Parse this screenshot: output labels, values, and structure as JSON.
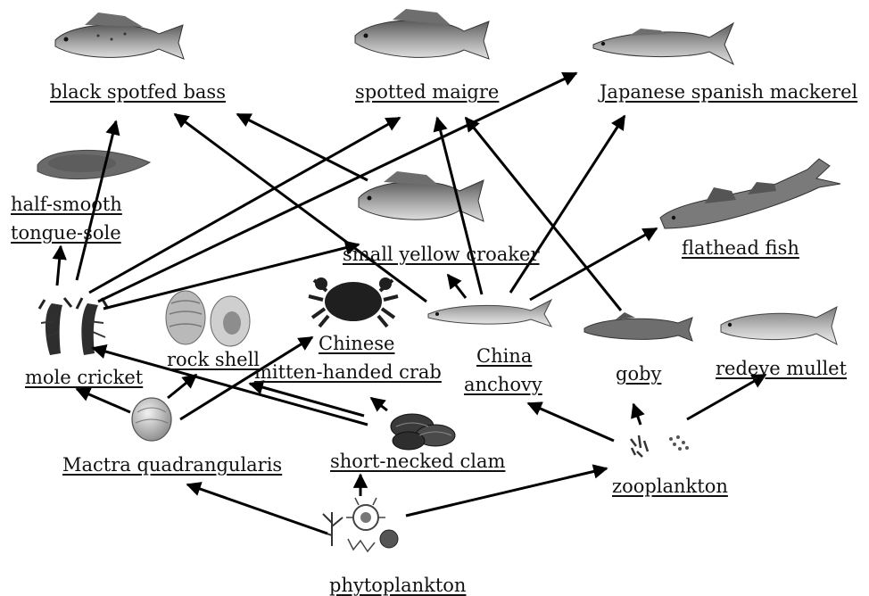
{
  "organisms": {
    "black_spotfed_bass": "black spotfed bass",
    "spotted_maigre": "spotted maigre",
    "japanese_spanish_mackerel": "Japanese spanish mackerel",
    "half_smooth_tongue_sole_line1": "half-smooth",
    "half_smooth_tongue_sole_line2": "tongue-sole",
    "small_yellow_croaker": "small yellow croaker",
    "flathead_fish": "flathead fish",
    "mole_cricket": "mole cricket",
    "rock_shell": "rock shell",
    "chinese_crab_line1": "Chinese",
    "chinese_crab_line2": "mitten-handed crab",
    "china_anchovy_line1": "China",
    "china_anchovy_line2": "anchovy",
    "goby": "goby",
    "redeye_mullet": "redeye mullet",
    "mactra_quadrangularis": "Mactra quadrangularis",
    "short_necked_clam": "short-necked clam",
    "zooplankton": "zooplankton",
    "phytoplankton": "phytoplankton"
  },
  "feeding_links": [
    {
      "from": "phytoplankton",
      "to": "Mactra quadrangularis"
    },
    {
      "from": "phytoplankton",
      "to": "short-necked clam"
    },
    {
      "from": "phytoplankton",
      "to": "zooplankton"
    },
    {
      "from": "zooplankton",
      "to": "China anchovy"
    },
    {
      "from": "zooplankton",
      "to": "goby"
    },
    {
      "from": "zooplankton",
      "to": "redeye mullet"
    },
    {
      "from": "Mactra quadrangularis",
      "to": "mole cricket"
    },
    {
      "from": "Mactra quadrangularis",
      "to": "rock shell"
    },
    {
      "from": "Mactra quadrangularis",
      "to": "Chinese mitten-handed crab"
    },
    {
      "from": "short-necked clam",
      "to": "mole cricket"
    },
    {
      "from": "short-necked clam",
      "to": "Chinese mitten-handed crab"
    },
    {
      "from": "short-necked clam",
      "to": "Chinese mitten-handed crab"
    },
    {
      "from": "mole cricket",
      "to": "half-smooth tongue-sole"
    },
    {
      "from": "mole cricket",
      "to": "black spotfed bass"
    },
    {
      "from": "mole cricket",
      "to": "spotted maigre"
    },
    {
      "from": "mole cricket",
      "to": "Japanese spanish mackerel"
    },
    {
      "from": "mole cricket",
      "to": "small yellow croaker"
    },
    {
      "from": "China anchovy",
      "to": "black spotfed bass"
    },
    {
      "from": "China anchovy",
      "to": "spotted maigre"
    },
    {
      "from": "China anchovy",
      "to": "Japanese spanish mackerel"
    },
    {
      "from": "China anchovy",
      "to": "small yellow croaker"
    },
    {
      "from": "China anchovy",
      "to": "flathead fish"
    },
    {
      "from": "small yellow croaker",
      "to": "black spotfed bass"
    },
    {
      "from": "goby",
      "to": "spotted maigre"
    }
  ],
  "colors": {
    "arrow": "#000000",
    "text": "#111111"
  }
}
